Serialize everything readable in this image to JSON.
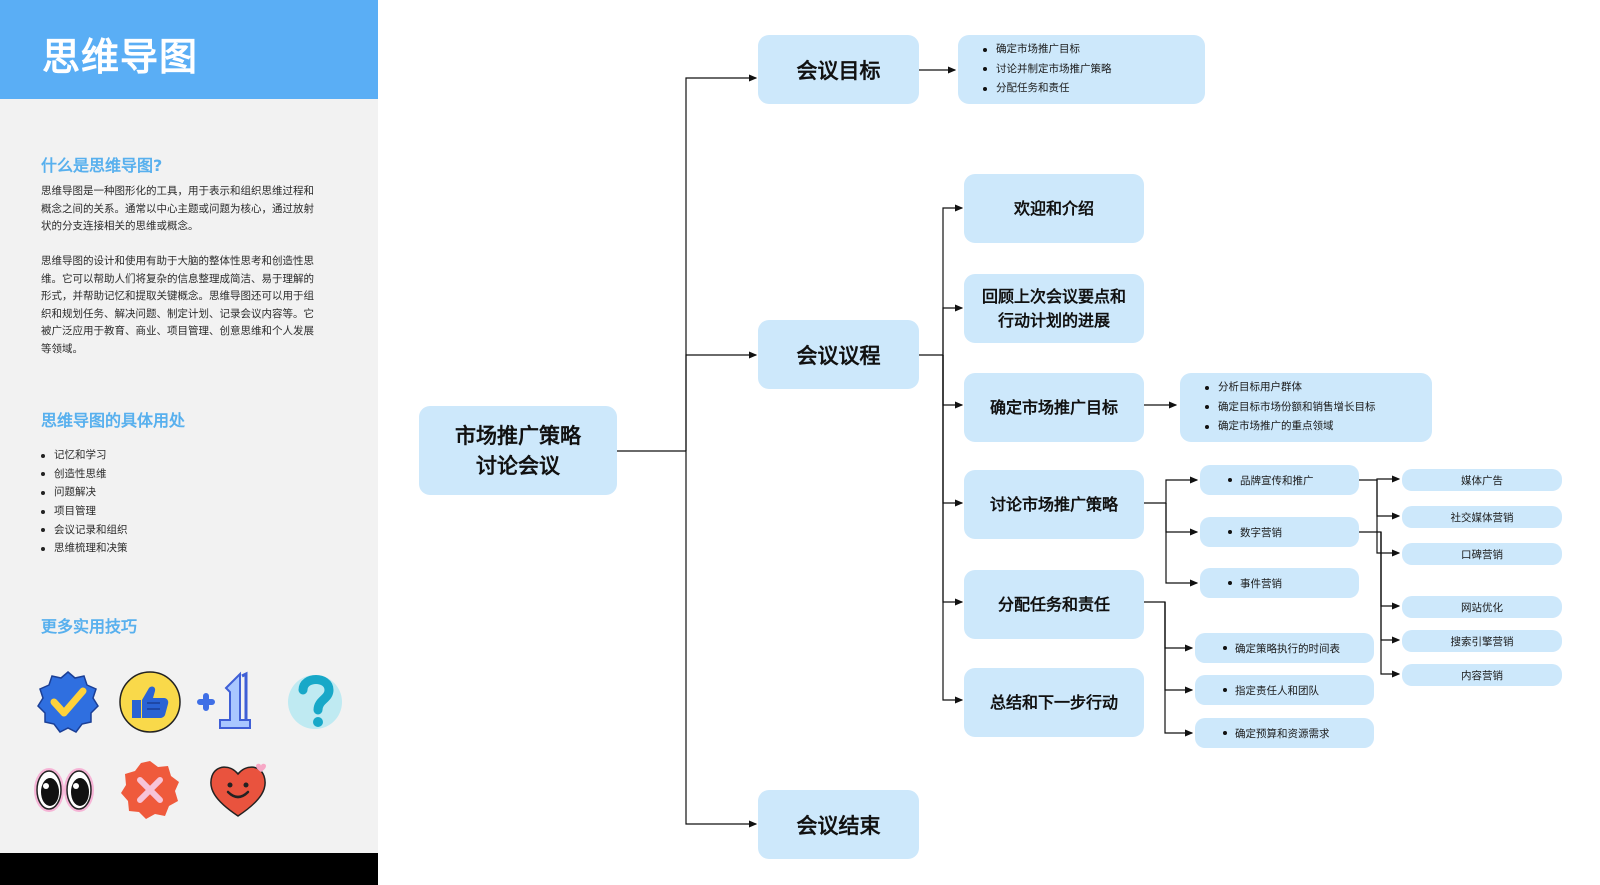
{
  "sidebar": {
    "title": "思维导图",
    "section1": {
      "heading": "什么是思维导图?",
      "para1_lines": [
        "思维导图是一种图形化的工具，用于表示和组织思维过程和",
        "概念之间的关系。通常以中心主题或问题为核心，通过放射",
        "状的分支连接相关的思维或概念。"
      ],
      "para2_lines": [
        "思维导图的设计和使用有助于大脑的整体性思考和创造性思",
        "维。它可以帮助人们将复杂的信息整理成简洁、易于理解的",
        "形式，并帮助记忆和提取关键概念。思维导图还可以用于组",
        "织和规划任务、解决问题、制定计划、记录会议内容等。它",
        "被广泛应用于教育、商业、项目管理、创意思维和个人发展",
        "等领域。"
      ]
    },
    "section2": {
      "heading": "思维导图的具体用处",
      "items": [
        "记忆和学习",
        "创造性思维",
        "问题解决",
        "项目管理",
        "会议记录和组织",
        "思维梳理和决策"
      ]
    },
    "section3": {
      "heading": "更多实用技巧",
      "stickers": [
        "checkmark-badge-icon",
        "thumbs-up-icon",
        "plus-one-icon",
        "question-mark-icon",
        "eyes-icon",
        "x-mark-icon",
        "smiling-heart-icon"
      ]
    }
  },
  "mindmap": {
    "central": [
      "市场推广策略",
      "讨论会议"
    ],
    "main": [
      "会议目标",
      "会议议程",
      "会议结束"
    ],
    "goals_bullets": [
      "确定市场推广目标",
      "讨论并制定市场推广策略",
      "分配任务和责任"
    ],
    "agenda": [
      {
        "label": "欢迎和介绍"
      },
      {
        "label_lines": [
          "回顾上次会议要点和",
          "行动计划的进展"
        ]
      },
      {
        "label": "确定市场推广目标"
      },
      {
        "label": "讨论市场推广策略"
      },
      {
        "label": "分配任务和责任"
      },
      {
        "label": "总结和下一步行动"
      }
    ],
    "market_goal_bullets": [
      "分析目标用户群体",
      "确定目标市场份额和销售增长目标",
      "确定市场推广的重点领域"
    ],
    "strategy_items": [
      "品牌宣传和推广",
      "数字营销",
      "事件营销"
    ],
    "brand_items": [
      "媒体广告",
      "社交媒体营销",
      "口碑营销"
    ],
    "digital_items": [
      "网站优化",
      "搜索引擎营销",
      "内容营销"
    ],
    "task_items": [
      "确定策略执行的时间表",
      "指定责任人和团队",
      "确定预算和资源需求"
    ],
    "node_color": "#cde8fb",
    "accent_color": "#5aaef5"
  }
}
